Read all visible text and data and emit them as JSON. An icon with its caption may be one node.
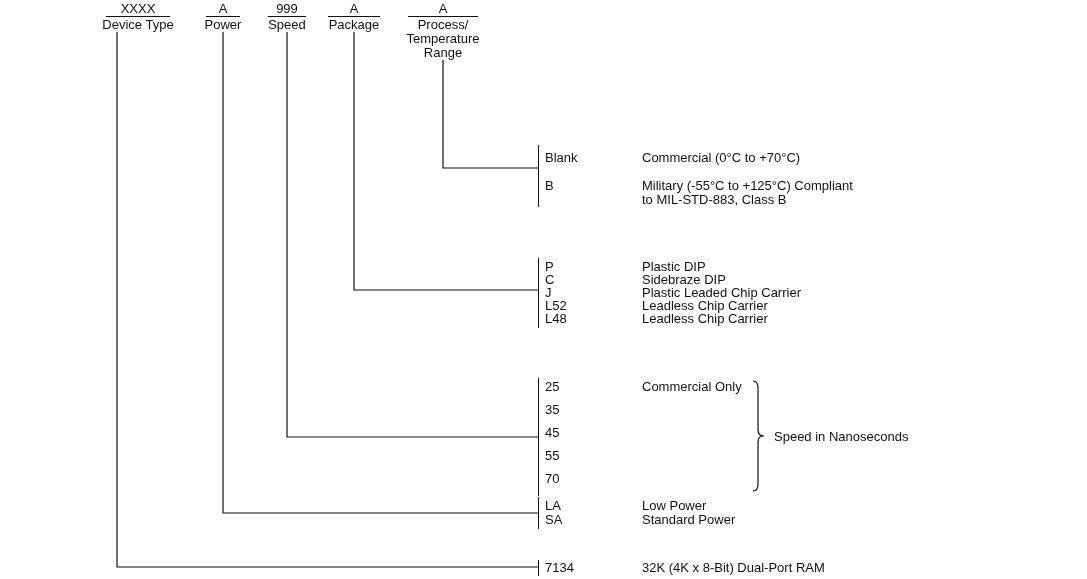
{
  "diagram": {
    "nodes": [
      {
        "text": [
          "XXXX",
          "Device Type"
        ]
      },
      {
        "text": [
          "A",
          "Power"
        ]
      },
      {
        "text": [
          "999",
          "Speed"
        ]
      },
      {
        "text": [
          "A",
          "Package"
        ]
      },
      {
        "text": [
          "A",
          "Process/ Temperature Range"
        ]
      },
      {
        "text": [
          "Blank",
          "Commercial (0°C to +70°C)",
          "B",
          "Military (-55°C to +125°C) Compliant to MIL-STD-883, Class B"
        ]
      },
      {
        "text": [
          "P",
          "Plastic DIP",
          "C",
          "Sidebraze DIP",
          "J",
          "Plastic Leaded Chip Carrier",
          "L52",
          "Leadless Chip Carrier",
          "L48",
          "Leadless Chip Carrier"
        ]
      },
      {
        "text": [
          "25",
          "Commercial Only",
          "35",
          "45",
          "55",
          "70"
        ],
        "beside": [
          "Speed in Nanoseconds"
        ]
      },
      {
        "text": [
          "LA",
          "Low Power",
          "SA",
          "Standard Power"
        ]
      },
      {
        "text": [
          "7134",
          "32K (4K x 8-Bit) Dual-Port RAM"
        ]
      }
    ],
    "edges": [
      {
        "from": 4,
        "to": 5,
        "arrow": "none"
      },
      {
        "from": 3,
        "to": 6,
        "arrow": "none"
      },
      {
        "from": 2,
        "to": 7,
        "arrow": "none"
      },
      {
        "from": 1,
        "to": 8,
        "arrow": "none"
      },
      {
        "from": 0,
        "to": 9,
        "arrow": "none"
      }
    ]
  }
}
